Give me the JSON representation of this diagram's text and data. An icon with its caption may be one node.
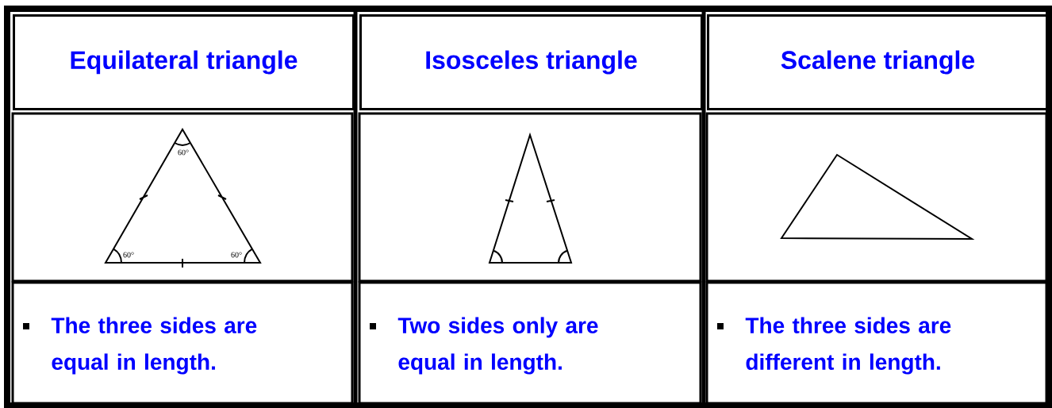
{
  "diagram": {
    "labels": [
      "Equilateral triangle",
      "Isosceles triangle",
      "Scalene triangle",
      "60°",
      "60°",
      "60°",
      "The three sides are equal in length.",
      "Two sides only are equal in length.",
      "The three sides are different in length."
    ]
  }
}
